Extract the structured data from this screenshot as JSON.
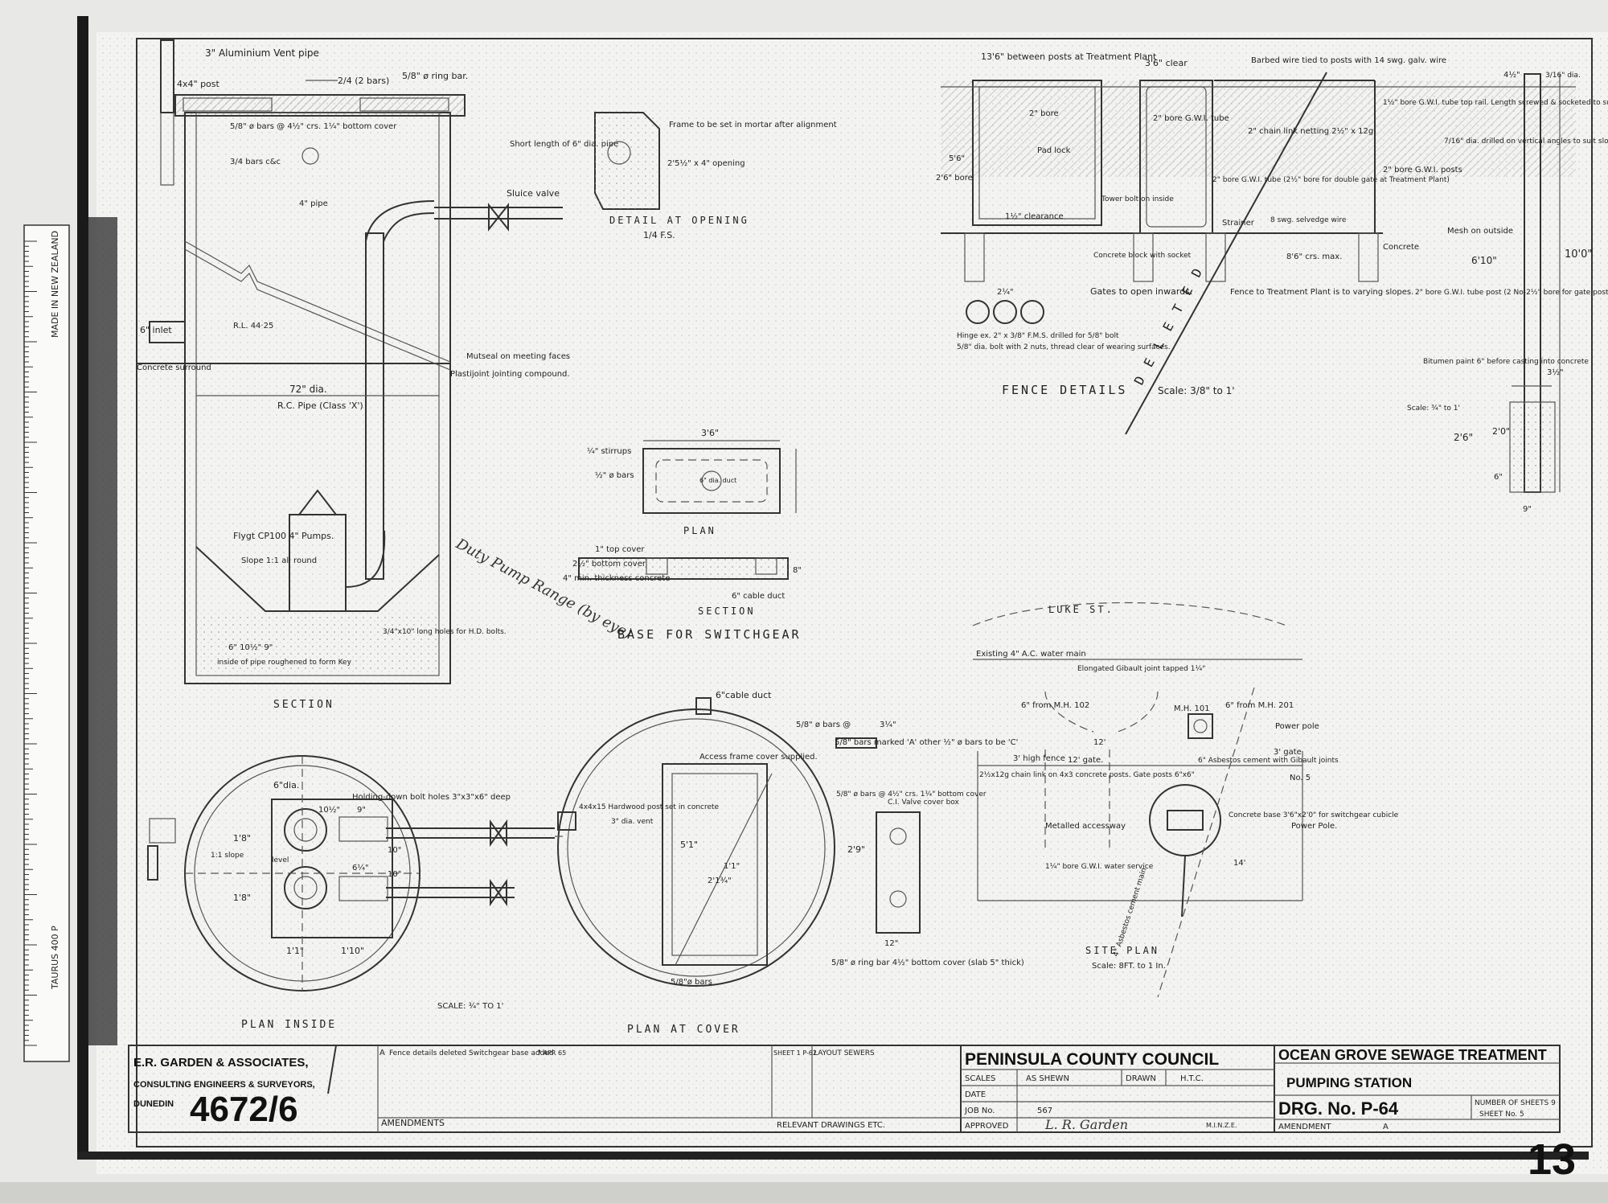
{
  "sheet_number": "13",
  "section": {
    "caption": "SECTION",
    "labels": {
      "vent": "3\" Aluminium Vent pipe",
      "post": "4x4\" post",
      "ring_bar": "5/8\" ø ring bar.",
      "two_bars": "2/4 (2 bars)",
      "bars_cover": "5/8\" ø bars @ 4½\" crs. 1¼\" bottom cover",
      "bars_cc": "3/4 bars c&c",
      "short_pipe": "Short length of 6\" dia. pipe",
      "sluice": "Sluice valve",
      "pipe_4": "4\" pipe",
      "inlet": "6\" inlet",
      "rl": "R.L. 44·25",
      "concrete": "Concrete surround",
      "mutseal": "Mutseal on meeting faces",
      "plasti": "Plastijoint jointing compound.",
      "dia72": "72\" dia.",
      "rcpipe": "R.C. Pipe (Class 'X')",
      "flygt": "Flygt CP100 4\" Pumps.",
      "slope": "Slope 1:1 all round",
      "bolts": "3/4\"x10\" long holes for H.D. bolts.",
      "rough": "inside of pipe roughened to form Key",
      "dims": "6\"  10½\"  9\"",
      "duty": "Duty Pump Range (by eye)"
    }
  },
  "opening_detail": {
    "caption": "DETAIL AT OPENING",
    "scale": "1/4 F.S.",
    "frame": "Frame to be set in mortar after alignment",
    "opening": "2'5½\" x 4\" opening"
  },
  "switchgear": {
    "plan_caption": "PLAN",
    "section_caption": "SECTION",
    "title": "BASE FOR SWITCHGEAR",
    "width": "3'6\"",
    "stirrups": "¼\" stirrups",
    "bars": "½\" ø bars",
    "duct": "6\" dia. duct",
    "top_cover": "1\" top cover",
    "bottom_cover": "2½\" bottom cover",
    "thickness": "4\" min. thickness concrete",
    "cable_duct": "6\" cable duct",
    "dim_8": "8\""
  },
  "fence": {
    "title": "FENCE DETAILS",
    "scale": "Scale: 3/8\" to 1'",
    "between": "13'6\" between posts at Treatment Plant",
    "clear": "3'6\" clear",
    "barbed": "Barbed wire tied to posts with 14 swg. galv. wire",
    "top_rail": "1½\" bore G.W.I. tube top rail. Length screwed & socketed to suit & site welded to posts",
    "chain": "2\" chain link netting 2½\" x 12g.",
    "bore2": "2\" bore",
    "padlock": "Pad lock",
    "gwi_tube": "2\" bore G.W.I. tube",
    "gwi_posts": "2\" bore G.W.I. posts",
    "tube_gate": "2\" bore G.W.I. tube (2½\" bore for double gate at Treatment Plant)",
    "tower": "Tower bolt on inside",
    "clearance": "1½\" clearance",
    "strainer": "Strainer",
    "selvedge": "8 swg. selvedge wire",
    "concrete": "Concrete",
    "block": "Concrete block with socket",
    "crs": "8'6\" crs. max.",
    "gates": "Gates to open inwards.",
    "varying": "Fence to Treatment Plant is to varying slopes.",
    "hinge": "Hinge ex. 2\" x 3/8\" F.M.S. drilled for 5/8\" bolt",
    "hinge2": "5/8\" dia. bolt with 2 nuts, thread clear of wearing surfaces.",
    "deleted": "D E L E T E D",
    "dim_26": "2'6\" bore",
    "dim_5": "5'6\"",
    "dim_24": "2¼\""
  },
  "post_detail": {
    "dia": "3/16\" dia.",
    "bore_dim": "4½\"",
    "drilled": "7/16\" dia. drilled on vertical angles to suit slope of fence.",
    "mesh": "Mesh on outside",
    "height": "10'0\"",
    "dim_610": "6'10\"",
    "tube_post": "2\" bore G.W.I. tube post (2 No-2½\" bore for gate posts at Treatment Plant)",
    "bitumen": "Bitumen paint 6\" before casting into concrete",
    "scale": "Scale: ¾\" to 1'",
    "dim_26": "2'6\"",
    "dim_20": "2'0\"",
    "dim_6": "6\"",
    "dim_9": "9\"",
    "dim_312": "3½\""
  },
  "plan_inside": {
    "caption": "PLAN INSIDE",
    "scale": "SCALE: ¾\" TO 1'",
    "dia": "6\"dia.",
    "holding": "Holding-down bolt holes 3\"x3\"x6\" deep",
    "slope": "1:1 slope",
    "level": "level",
    "dim_18": "1'8\"",
    "dim_11": "1'1\"",
    "dim_110": "1'10\"",
    "dim_10": "10\"",
    "dim_105": "10½\"",
    "dim_9": "9\"",
    "dim_6": "6¼\""
  },
  "plan_cover": {
    "caption": "PLAN AT COVER",
    "cable_duct": "6\"cable duct",
    "bars_c": "5/8\" ø bars @",
    "bars_marked": "5/8\" bars marked 'A' other ½\" ø bars to be 'C'",
    "access": "Access frame cover supplied.",
    "bars_cover": "5/8\" ø bars @ 4½\" crs. 1¼\" bottom cover",
    "hardwood": "4x4x15 Hardwood post set in concrete",
    "vent": "3\" dia. vent",
    "valve": "C.I. Valve cover box",
    "ring": "5/8\" ø ring bar 4½\" bottom cover (slab 5\" thick)",
    "bars": "5/8\"ø bars",
    "dim_51": "5'1\"",
    "dim_29": "2'9\"",
    "dim_12": "12\"",
    "dim_214": "2'1¾\"",
    "dim_11": "1'1\"",
    "dim_34": "3¼\""
  },
  "site_plan": {
    "title": "SITE PLAN",
    "scale": "Scale: 8FT. to 1 In.",
    "street": "LUKE ST.",
    "water_main": "Existing 4\" A.C. water main",
    "gibault": "Elongated Gibault joint tapped 1¼\"",
    "mh101": "M.H. 101",
    "mh102": "6\" from M.H. 102",
    "mh201": "6\" from M.H. 201",
    "power": "Power pole",
    "power2": "Power Pole.",
    "fence": "3' high fence",
    "gate12": "12' gate.",
    "gates3": "3' gate",
    "chain": "2½x12g chain link on 4x3 concrete posts. Gate posts 6\"x6\"",
    "metalled": "Metalled accessway",
    "water": "1¼\" bore G.W.I. water service",
    "asbestos": "6\" Asbestos cement with Gibault joints",
    "asbestos2": "4\" Asbestos cement main",
    "base": "Concrete base 3'6\"x2'0\" for switchgear cubicle",
    "no5": "No. 5",
    "dim_14": "14'",
    "dim_12": "12'"
  },
  "title_block": {
    "firm": "E.R. GARDEN & ASSOCIATES,",
    "firm2": "CONSULTING ENGINEERS & SURVEYORS,",
    "city": "DUNEDIN",
    "job_stamp": "4672/6",
    "amend_letter": "A",
    "amend_text": "Fence details deleted Switchgear base added",
    "amend_sig": "7 APR 65",
    "amendments": "AMENDMENTS",
    "sheet_ref": "SHEET 1 P-62",
    "layout": "LAYOUT SEWERS",
    "relevant": "RELEVANT DRAWINGS ETC.",
    "council": "PENINSULA COUNTY COUNCIL",
    "scales_label": "SCALES",
    "scales_value": "AS SHEWN",
    "drawn_label": "DRAWN",
    "drawn_value": "H.T.C.",
    "date_label": "DATE",
    "job_label": "JOB No.",
    "job_value": "567",
    "approved_label": "APPROVED",
    "approved_sig": "L. R. Garden",
    "approved_tail": "M.I.N.Z.E.",
    "project": "OCEAN GROVE SEWAGE TREATMENT",
    "subtitle": "PUMPING STATION",
    "drg": "DRG. No. P-64",
    "sheets": "NUMBER OF SHEETS 9",
    "sheet_no": "SHEET No. 5",
    "amendment_label": "AMENDMENT",
    "amendment_value": "A"
  },
  "ruler": {
    "made": "MADE IN NEW ZEALAND",
    "brand": "TAURUS 400 P"
  }
}
